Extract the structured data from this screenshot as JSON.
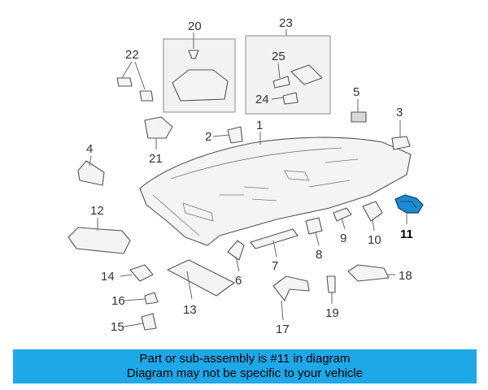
{
  "banner": {
    "line1": "Part or sub-assembly is #11 in diagram",
    "line2": "Diagram may not be specific to your vehicle"
  },
  "highlight_part": "11",
  "colors": {
    "banner": "#1ea8e8",
    "highlight": "#1e8ad0"
  },
  "callouts": [
    "2",
    "3",
    "4",
    "5",
    "6",
    "7",
    "8",
    "9",
    "10",
    "11",
    "12",
    "13",
    "14",
    "15",
    "16",
    "17",
    "18",
    "19",
    "20",
    "21",
    "22",
    "23",
    "24",
    "25"
  ]
}
